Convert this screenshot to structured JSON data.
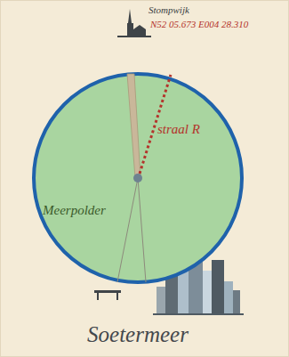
{
  "diagram": {
    "nodes": [
      {
        "text": [
          "Meerpolder"
        ]
      }
    ],
    "labels": [
      "Stompwijk",
      "N52 05.673 E004 28.310",
      "straal R",
      "Soetermeer"
    ]
  }
}
